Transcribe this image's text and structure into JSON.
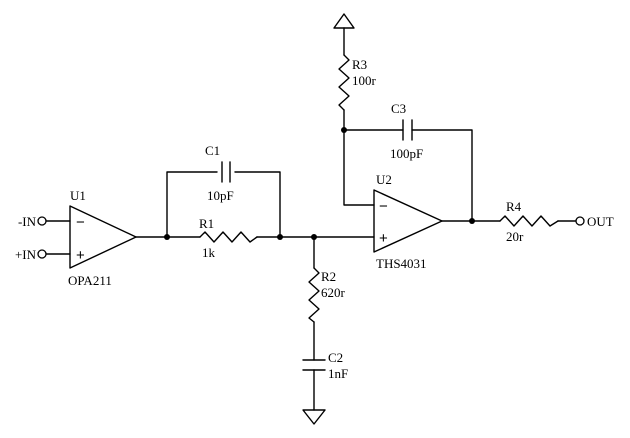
{
  "ports": {
    "in_neg": "-IN",
    "in_pos": "+IN",
    "out": "OUT"
  },
  "opamps": {
    "u1": {
      "ref": "U1",
      "part": "OPA211",
      "minus": "−",
      "plus": "+"
    },
    "u2": {
      "ref": "U2",
      "part": "THS4031",
      "minus": "−",
      "plus": "+"
    }
  },
  "resistors": {
    "r1": {
      "ref": "R1",
      "value": "1k"
    },
    "r2": {
      "ref": "R2",
      "value": "620r"
    },
    "r3": {
      "ref": "R3",
      "value": "100r"
    },
    "r4": {
      "ref": "R4",
      "value": "20r"
    }
  },
  "capacitors": {
    "c1": {
      "ref": "C1",
      "value": "10pF"
    },
    "c2": {
      "ref": "C2",
      "value": "1nF"
    },
    "c3": {
      "ref": "C3",
      "value": "100pF"
    }
  }
}
